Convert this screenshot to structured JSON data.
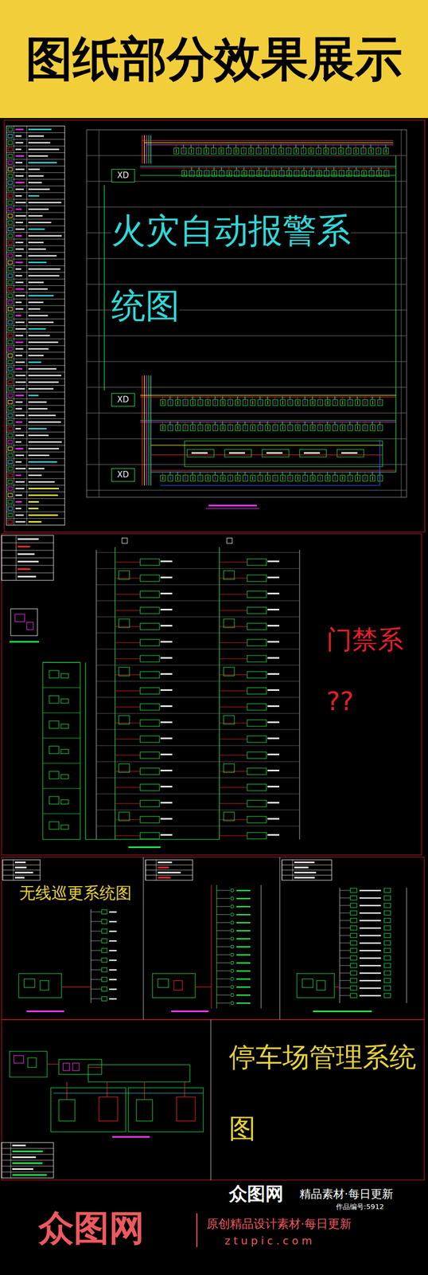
{
  "diagram": {
    "title": "图纸部分效果展示",
    "nodes": [
      {
        "text": [
          "XD"
        ]
      },
      {
        "text": [
          "XD"
        ]
      },
      {
        "text": [
          "XD"
        ]
      }
    ],
    "labels": [
      "火灾自动报警系 统图",
      "门禁系 ??",
      "无线巡更系统图",
      "停车场管理系统 图",
      "众图网",
      "精品素材·每日更新",
      "作品编号:5912",
      "众图网",
      "原创精品设计素材·每日更新",
      "ztupic.com"
    ]
  }
}
